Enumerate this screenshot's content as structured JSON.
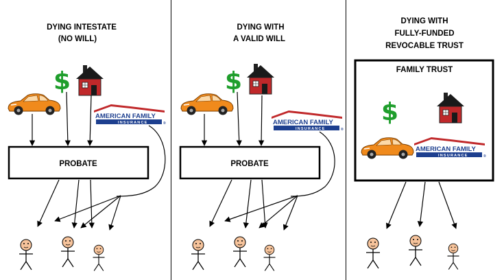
{
  "panels": [
    {
      "title_lines": [
        "DYING INTESTATE",
        "(NO WILL)"
      ],
      "box_label": "PROBATE",
      "dollar": "$",
      "brand_line1": "AMERICAN FAMILY",
      "brand_line2": "INSURANCE",
      "brand_mark": "®"
    },
    {
      "title_lines": [
        "DYING WITH",
        "A VALID WILL"
      ],
      "box_label": "PROBATE",
      "dollar": "$",
      "brand_line1": "AMERICAN FAMILY",
      "brand_line2": "INSURANCE",
      "brand_mark": "®"
    },
    {
      "title_lines": [
        "DYING WITH",
        "FULLY-FUNDED",
        "REVOCABLE TRUST"
      ],
      "box_label": "FAMILY TRUST",
      "dollar": "$",
      "brand_line1": "AMERICAN FAMILY",
      "brand_line2": "INSURANCE",
      "brand_mark": "®"
    }
  ],
  "colors": {
    "car": "#f08a1c",
    "house": "#c0282a",
    "roof": "#1a1a1a",
    "dollar": "#1f9e2c",
    "brand_blue": "#1d3f8f",
    "brand_red": "#c0282a"
  },
  "icons": [
    "car-icon",
    "dollar-icon",
    "house-icon",
    "insurance-logo",
    "person-icon"
  ]
}
